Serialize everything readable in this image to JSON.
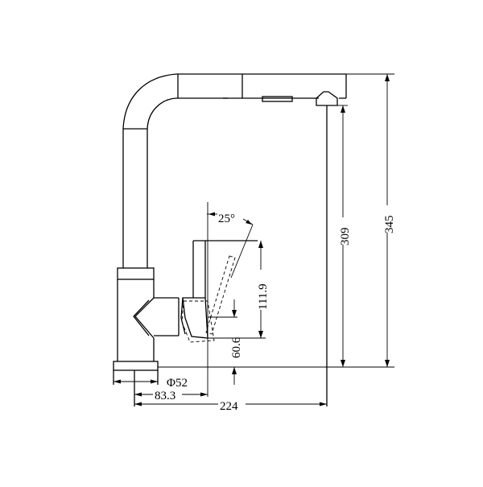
{
  "drawing": {
    "title": "Pull-out kitchen mixer side elevation",
    "units": "mm",
    "line_color": "#000000",
    "background": "#ffffff"
  },
  "dimensions": {
    "overall_height": "345",
    "spout_height": "309",
    "reach": "224",
    "handle_offset": "83.3",
    "base_diameter": "Φ52",
    "handle_height": "111.9",
    "body_height": "60.6",
    "handle_angle": "25°"
  }
}
